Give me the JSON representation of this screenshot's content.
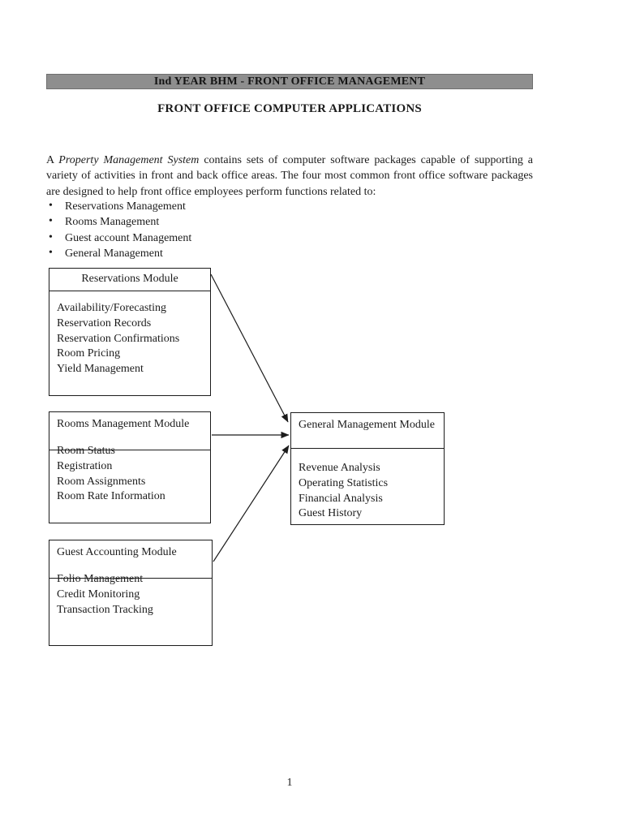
{
  "page": {
    "banner_title": "Ind YEAR BHM - FRONT OFFICE MANAGEMENT",
    "title": "FRONT OFFICE COMPUTER APPLICATIONS",
    "page_number": "1"
  },
  "colors": {
    "page_bg": "#ffffff",
    "banner_bg": "#8e8e8e",
    "banner_border": "#6f6f6f",
    "text": "#1c1c1c",
    "box_border": "#1c1c1c",
    "arrow": "#1c1c1c"
  },
  "intro": {
    "prefix": "A ",
    "italic": "Property Management System",
    "rest": " contains sets of computer software packages capable of supporting a variety of activities in front and back office areas. The four most common front office software packages are designed to help front office employees perform functions related to:"
  },
  "bullets": [
    "Reservations Management",
    "Rooms Management",
    "Guest account Management",
    "General Management"
  ],
  "diagram": {
    "boxes": [
      {
        "title": "Reservations Module",
        "items": [
          "Availability/Forecasting",
          "Reservation Records",
          "Reservation Confirmations",
          "Room Pricing",
          "Yield Management"
        ]
      },
      {
        "title": "Rooms Management Module",
        "items": [
          "Room Status",
          "Registration",
          "Room Assignments",
          "Room Rate Information"
        ]
      },
      {
        "title": "Guest Accounting Module",
        "items": [
          "Folio Management",
          "Credit Monitoring",
          "Transaction Tracking"
        ]
      },
      {
        "title": "General Management Module",
        "items": [
          "Revenue Analysis",
          "Operating Statistics",
          "Financial Analysis",
          "Guest History"
        ]
      }
    ],
    "connections": [
      {
        "from": "Reservations Module",
        "to": "General Management Module"
      },
      {
        "from": "Rooms Management Module",
        "to": "General Management Module"
      },
      {
        "from": "Guest Accounting Module",
        "to": "General Management Module"
      }
    ]
  }
}
